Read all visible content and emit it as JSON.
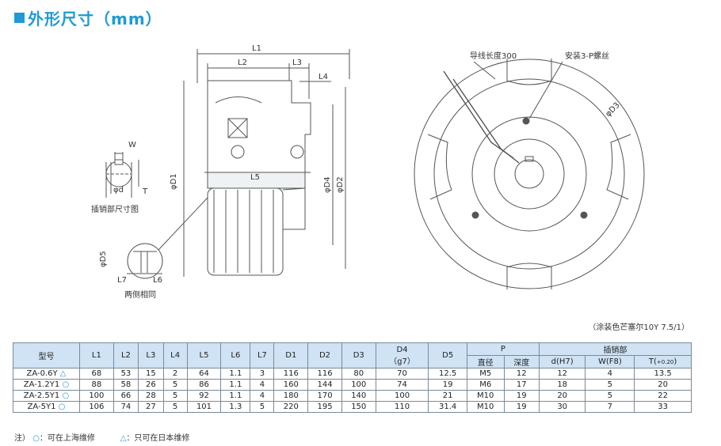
{
  "title": "外形尺寸（mm）",
  "drawing_labels": {
    "L1": "L1",
    "L2": "L2",
    "L3": "L3",
    "L4": "L4",
    "L5": "L5",
    "L6": "L6",
    "L7": "L7",
    "W": "W",
    "T": "T",
    "phi_d": "φd",
    "phi_D1": "φD1",
    "phi_D2": "φD2",
    "phi_D3": "φD3",
    "phi_D4": "φD4",
    "phi_D5": "φD5",
    "keyway_caption": "插销部尺寸图",
    "both_sides": "两侧相同",
    "wire_length": "导线长度300",
    "mount_screw": "安装3-P螺丝"
  },
  "paint_note": "（涂装色芒塞尔10Y 7.5/1）",
  "table": {
    "headers": {
      "model": "型号",
      "cols": [
        "L1",
        "L2",
        "L3",
        "L4",
        "L5",
        "L6",
        "L7",
        "D1",
        "D2",
        "D3"
      ],
      "d4_line1": "D4",
      "d4_line2": "（g7）",
      "d5": "D5",
      "p_group": "P",
      "p_sub": [
        "直径",
        "深度"
      ],
      "key_group": "插销部",
      "key_sub": [
        "d(H7)",
        "W(F8)"
      ],
      "t_sub": "T(",
      "t_tol": "+0.2",
      "t_tol2": "0",
      "t_close": ")"
    },
    "rows": [
      {
        "model": "ZA-0.6Y",
        "mark": "△",
        "vals": [
          "68",
          "53",
          "15",
          "2",
          "64",
          "1.1",
          "3",
          "116",
          "116",
          "80",
          "70",
          "12.5",
          "M5",
          "12",
          "12",
          "4",
          "13.5"
        ]
      },
      {
        "model": "ZA-1.2Y1",
        "mark": "○",
        "vals": [
          "88",
          "58",
          "26",
          "5",
          "86",
          "1.1",
          "4",
          "160",
          "144",
          "100",
          "74",
          "19",
          "M6",
          "17",
          "18",
          "5",
          "20"
        ]
      },
      {
        "model": "ZA-2.5Y1",
        "mark": "○",
        "vals": [
          "100",
          "66",
          "28",
          "5",
          "92",
          "1.1",
          "4",
          "180",
          "170",
          "140",
          "100",
          "21",
          "M10",
          "19",
          "20",
          "5",
          "22"
        ]
      },
      {
        "model": "ZA-5Y1",
        "mark": "○",
        "vals": [
          "106",
          "74",
          "27",
          "5",
          "101",
          "1.3",
          "5",
          "220",
          "195",
          "150",
          "110",
          "31.4",
          "M10",
          "19",
          "30",
          "7",
          "33"
        ]
      }
    ]
  },
  "footnote": {
    "prefix": "注）",
    "circle": "○",
    "circle_text": "：可在上海维修",
    "triangle": "△",
    "triangle_text": "：只可在日本维修"
  },
  "colors": {
    "accent": "#1f9ad6",
    "header_bg": "#cfe3f5"
  }
}
